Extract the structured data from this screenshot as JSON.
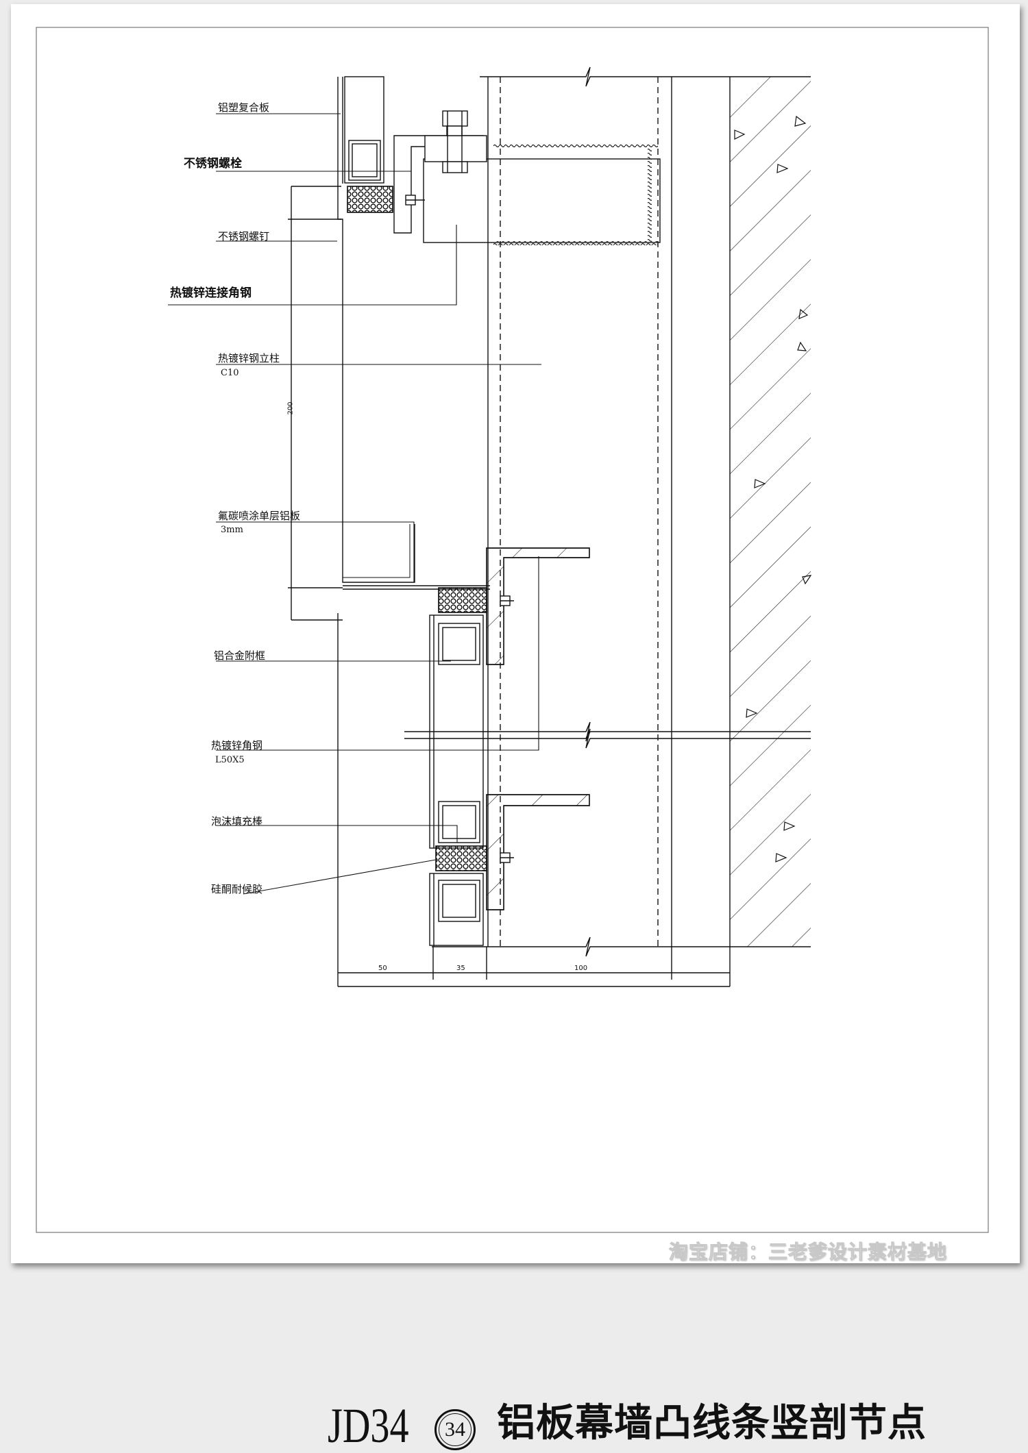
{
  "drawing": {
    "code": "JD34",
    "badge": "34",
    "title": "铝板幕墙凸线条竖剖节点"
  },
  "labels": [
    {
      "id": "al-composite-panel",
      "text": "铝塑复合板"
    },
    {
      "id": "ss-bolt",
      "text": "不锈钢螺栓"
    },
    {
      "id": "ss-screw",
      "text": "不锈钢螺钉"
    },
    {
      "id": "galv-angle-connector",
      "text": "热镀锌连接角钢"
    },
    {
      "id": "galv-steel-column",
      "text": "热镀锌钢立柱",
      "sub": "C10"
    },
    {
      "id": "fluoro-al-panel",
      "text": "氟碳喷涂单层铝板",
      "sub": "3mm"
    },
    {
      "id": "al-sub-frame",
      "text": "铝合金附框"
    },
    {
      "id": "galv-angle",
      "text": "热镀锌角钢",
      "sub": "L50X5"
    },
    {
      "id": "foam-rod",
      "text": "泡沫填充棒"
    },
    {
      "id": "silicone-sealant",
      "text": "硅酮耐候胶"
    }
  ],
  "dimensions": {
    "vertical": "200",
    "bottom": [
      "50",
      "35",
      "100"
    ]
  },
  "watermark": "淘宝店铺：三老爹设计素材基地"
}
